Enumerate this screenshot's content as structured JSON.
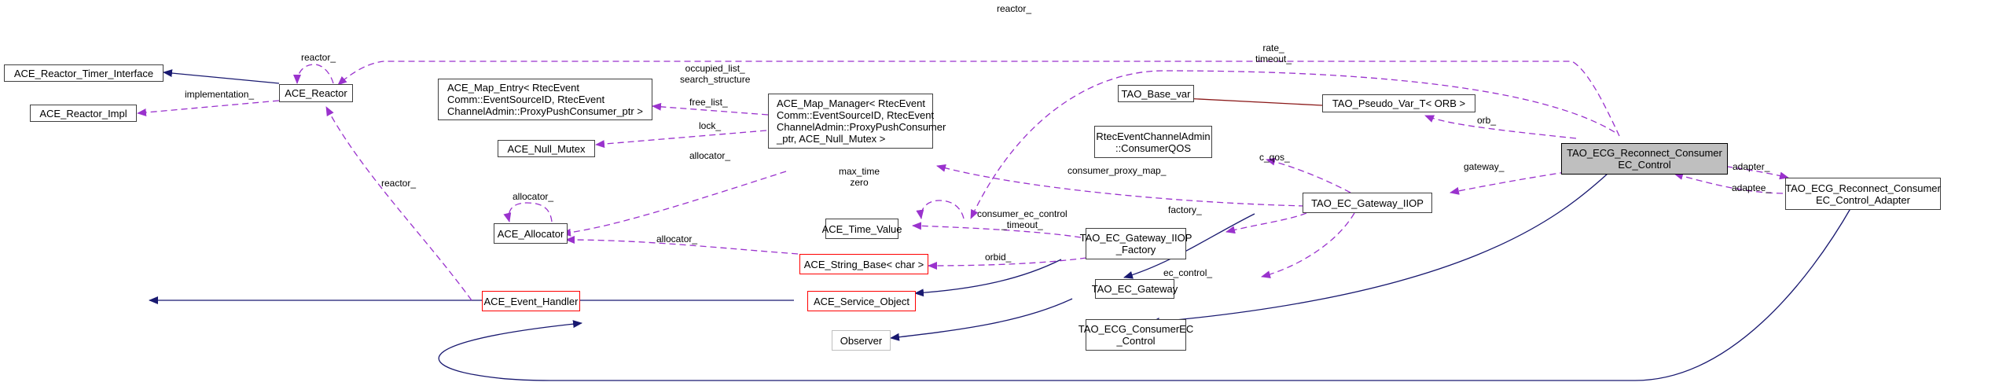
{
  "diagram": {
    "title": "Collaboration diagram for TAO_ECG_Reconnect_ConsumerEC_Control",
    "colors": {
      "inheritance": "#191970",
      "template_inheritance": "#8b1a1a",
      "usage": "#9a32cd",
      "focus_fill": "#bfbfbf",
      "red_border": "#ff0000",
      "grey_border": "#bfbfbf"
    },
    "nodes": {
      "timer_iface": "ACE_Reactor_Timer_Interface",
      "reactor_impl": "ACE_Reactor_Impl",
      "reactor": "ACE_Reactor",
      "map_entry": "ACE_Map_Entry< RtecEvent\nComm::EventSourceID, RtecEvent\nChannelAdmin::ProxyPushConsumer_ptr >",
      "null_mutex": "ACE_Null_Mutex",
      "allocator": "ACE_Allocator",
      "event_handler": "ACE_Event_Handler",
      "map_manager": "ACE_Map_Manager< RtecEvent\nComm::EventSourceID, RtecEvent\nChannelAdmin::ProxyPushConsumer\n_ptr, ACE_Null_Mutex >",
      "time_value": "ACE_Time_Value",
      "string_base": "ACE_String_Base< char >",
      "service_object": "ACE_Service_Object",
      "observer": "Observer",
      "base_var": "TAO_Base_var",
      "pseudo_var": "TAO_Pseudo_Var_T< ORB >",
      "consumer_qos": "RtecEventChannelAdmin\n::ConsumerQOS",
      "gateway_factory": "TAO_EC_Gateway_IIOP\n_Factory",
      "ec_gateway": "TAO_EC_Gateway",
      "gateway_iiop": "TAO_EC_Gateway_IIOP",
      "consumer_ec_control": "TAO_ECG_ConsumerEC\n_Control",
      "reconnect": "TAO_ECG_Reconnect_Consumer\nEC_Control",
      "adapter": "TAO_ECG_Reconnect_Consumer\nEC_Control_Adapter"
    },
    "edge_labels": {
      "reactor_top": "reactor_",
      "reactor_self": "reactor_",
      "implementation": "implementation_",
      "reactor_eh": "reactor_",
      "occupied": "occupied_list_\nsearch_structure",
      "free_list": "free_list_",
      "lock": "lock_",
      "allocator_mm": "allocator_",
      "allocator_self": "allocator_",
      "allocator_sb": "allocator_",
      "rate_timeout": "rate_\ntimeout_",
      "max_time": "max_time\nzero",
      "orb": "orb_",
      "c_qos": "c_qos_",
      "consumer_proxy_map": "consumer_proxy_map_",
      "gateway": "gateway_",
      "adapter": "adapter_",
      "adaptee": "adaptee_",
      "factory": "factory_",
      "consumer_ec_control_timeout": "consumer_ec_control\n_timeout_",
      "orbid": "orbid_",
      "ec_control": "ec_control_"
    }
  }
}
